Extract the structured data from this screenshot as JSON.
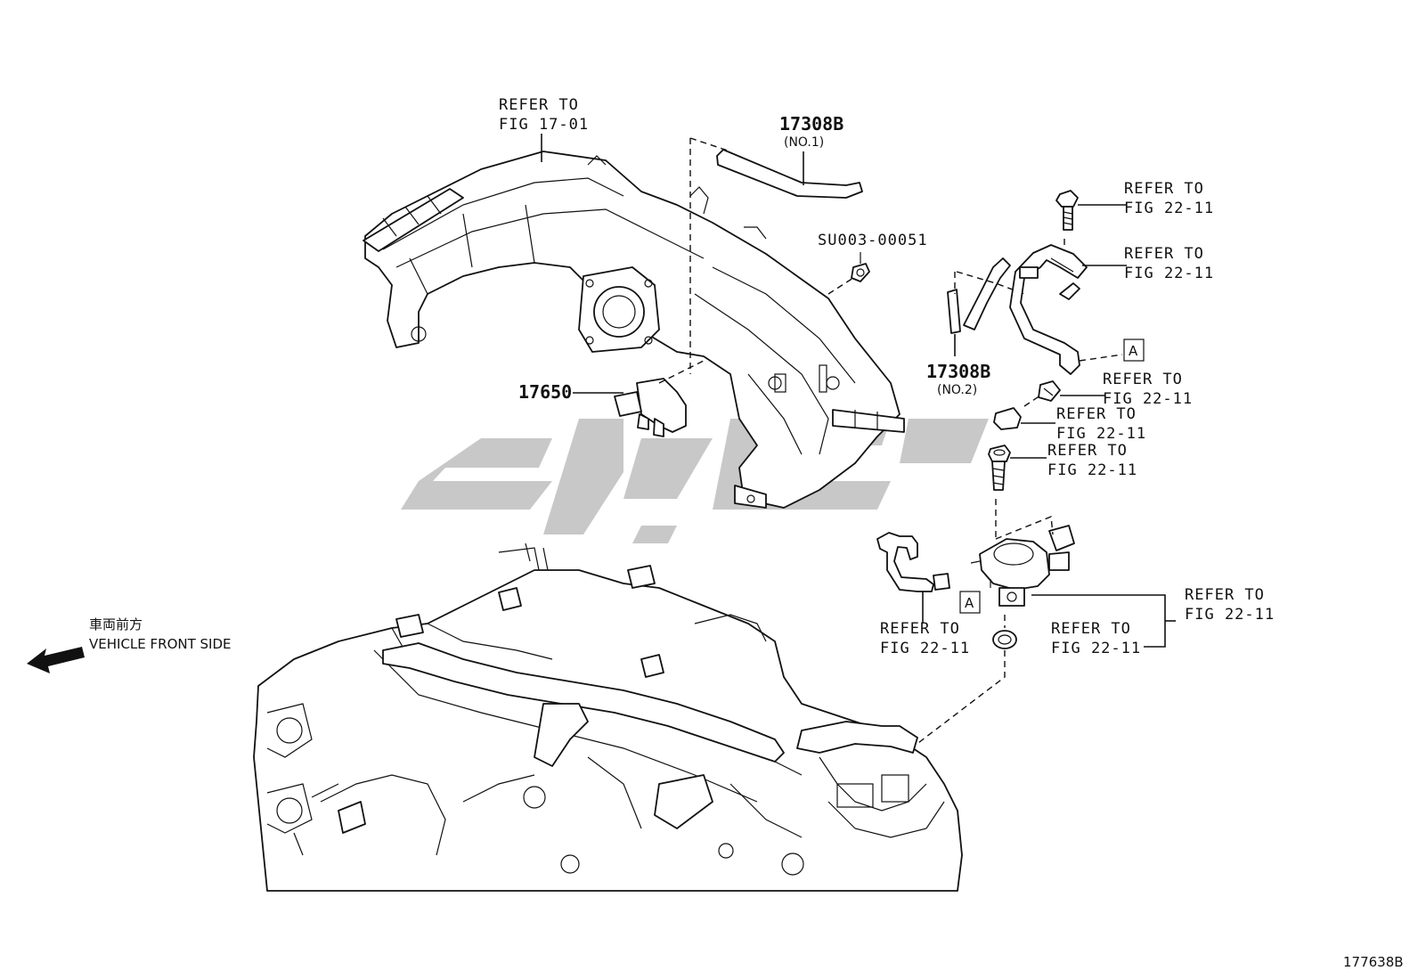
{
  "labels": {
    "refer_17_01": [
      "REFER TO",
      "FIG 17-01"
    ],
    "pn_17308b_no1": "17308B",
    "sub_no1": "(NO.1)",
    "pn_su003": "SU003-00051",
    "pn_17650": "17650",
    "pn_17308b_no2": "17308B",
    "sub_no2": "(NO.2)",
    "refer_bolt_top": [
      "REFER TO",
      "FIG 22-11"
    ],
    "refer_pipe": [
      "REFER TO",
      "FIG 22-11"
    ],
    "refer_clamp": [
      "REFER TO",
      "FIG 22-11"
    ],
    "refer_plug": [
      "REFER TO",
      "FIG 22-11"
    ],
    "refer_bolt_mid": [
      "REFER TO",
      "FIG 22-11"
    ],
    "refer_valve": [
      "REFER TO",
      "FIG 22-11"
    ],
    "refer_hose": [
      "REFER TO",
      "FIG 22-11"
    ],
    "refer_gasket": [
      "REFER TO",
      "FIG 22-11"
    ],
    "marker_a": "A",
    "front_jp": "車両前方",
    "front_en": "VEHICLE FRONT SIDE",
    "figure_id": "177638B"
  },
  "colors": {
    "line": "#111111",
    "watermark": "#c8c8c8"
  }
}
